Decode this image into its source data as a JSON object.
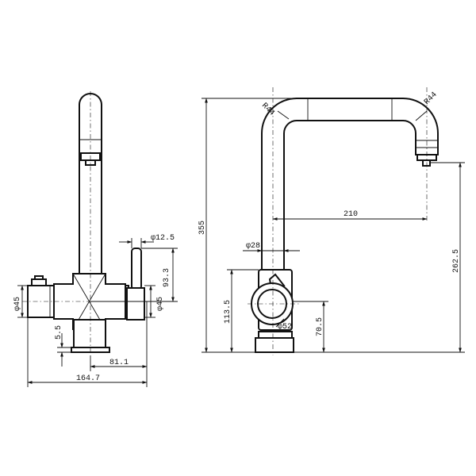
{
  "dimensions": {
    "left_d12_5": "φ12.5",
    "left_93_3": "93.3",
    "left_d45_left": "φ45",
    "left_d45_right": "φ45",
    "left_5_5": "5.5",
    "left_81_1": "81.1",
    "left_164_7": "164.7",
    "side_r44_left": "R44",
    "side_r44_right": "R44",
    "side_355": "355",
    "side_210": "210",
    "side_d28": "φ28",
    "side_262_5": "262.5",
    "side_113_5": "113.5",
    "side_d52": "φ52",
    "side_70_5": "70.5"
  }
}
